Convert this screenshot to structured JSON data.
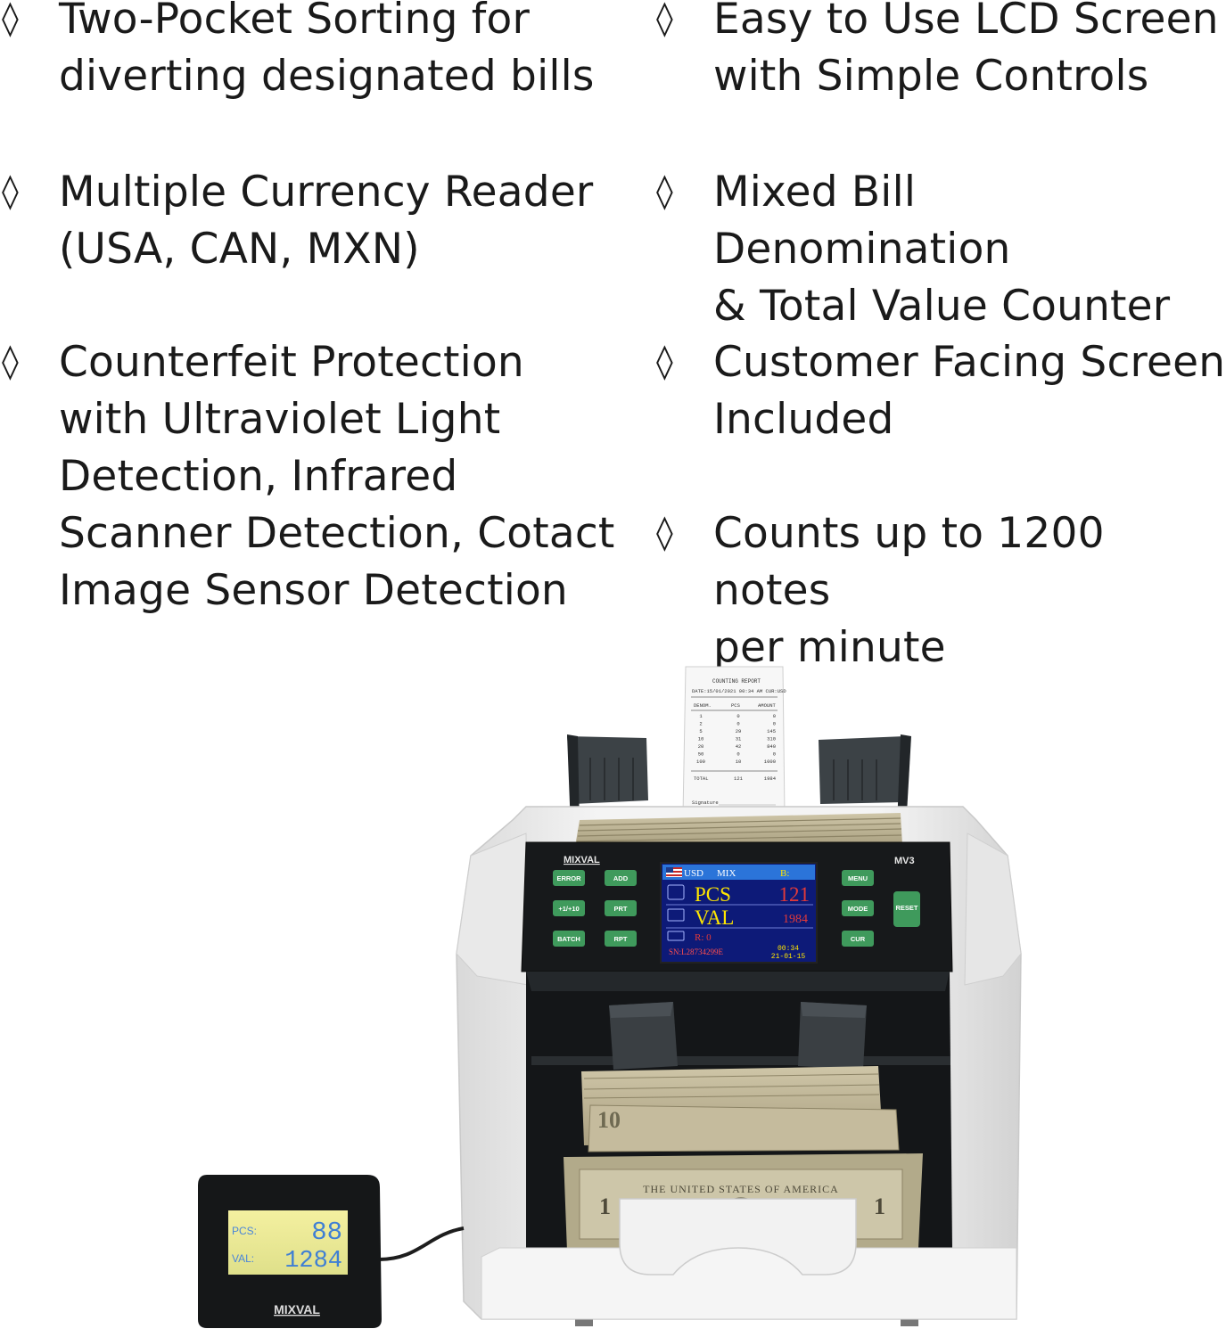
{
  "features": [
    {
      "bullet": "◊",
      "text": "Two-Pocket Sorting for\ndiverting designated bills"
    },
    {
      "bullet": "◊",
      "text": "Multiple Currency Reader\n(USA, CAN, MXN)"
    },
    {
      "bullet": "◊",
      "text": "Counterfeit Protection\nwith Ultraviolet Light\nDetection, Infrared\nScanner Detection, Cotact\nImage Sensor Detection"
    },
    {
      "bullet": "◊",
      "text": "Easy to Use LCD Screen\nwith Simple Controls"
    },
    {
      "bullet": "◊",
      "text": "Mixed Bill Denomination\n& Total Value Counter"
    },
    {
      "bullet": "◊",
      "text": "Customer Facing Screen\nIncluded"
    },
    {
      "bullet": "◊",
      "text": "Counts up to 1200 notes\nper minute"
    }
  ],
  "machine": {
    "brand": "MIXVAL",
    "model": "MV3",
    "buttons": {
      "error": "ERROR",
      "add": "ADD",
      "plus": "+1/+10",
      "prt": "PRT",
      "batch": "BATCH",
      "rpt": "RPT",
      "menu": "MENU",
      "mode": "MODE",
      "cur": "CUR",
      "reset": "RESET"
    },
    "screen": {
      "currency": "USD",
      "mode": "MIX",
      "batch": "B:",
      "pcs_label": "PCS",
      "pcs_value": "121",
      "val_label": "VAL",
      "val_value": "1984",
      "reject": "R:   0",
      "serial": "SN:L28734299E",
      "time": "00:34",
      "date": "21-01-15"
    }
  },
  "receipt": {
    "title": "COUNTING REPORT",
    "header": "DATE:15/01/2021  00:34 AM  CUR:USD",
    "columns": [
      "DENOM.",
      "PCS",
      "AMOUNT"
    ],
    "rows": [
      [
        "1",
        "0",
        "0"
      ],
      [
        "2",
        "0",
        "0"
      ],
      [
        "5",
        "29",
        "145"
      ],
      [
        "10",
        "31",
        "310"
      ],
      [
        "20",
        "42",
        "840"
      ],
      [
        "50",
        "0",
        "0"
      ],
      [
        "100",
        "10",
        "1000"
      ]
    ],
    "total": [
      "TOTAL",
      "121",
      "1984"
    ],
    "signature": "Signature"
  },
  "customer_display": {
    "brand": "MIXVAL",
    "pcs_label": "PCS:",
    "pcs_value": "88",
    "val_label": "VAL:",
    "val_value": "1284"
  },
  "banknote": {
    "header": "THE UNITED STATES OF AMERICA",
    "denom_one": "1",
    "denom_ten": "10"
  }
}
